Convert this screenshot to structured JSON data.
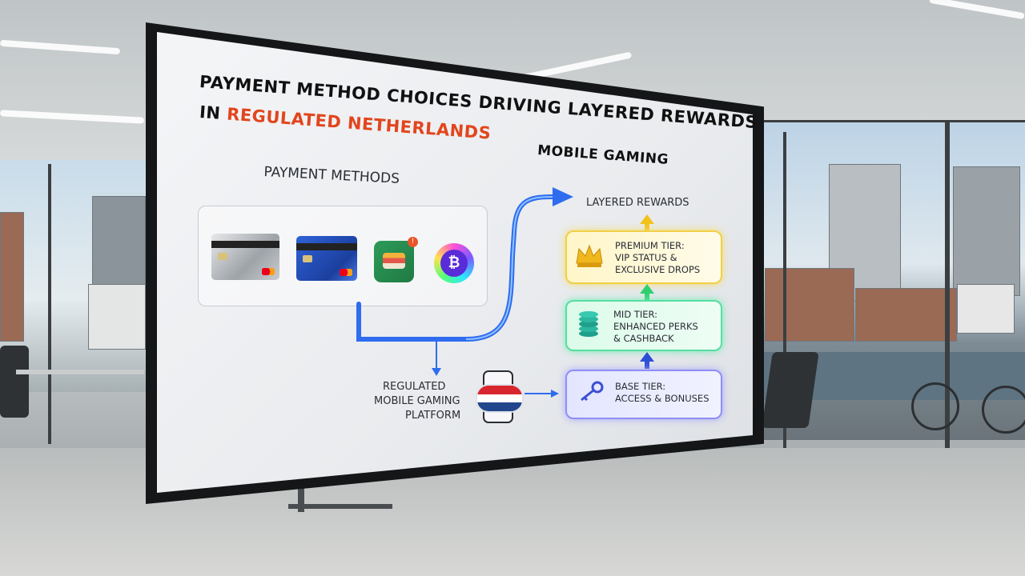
{
  "title": {
    "line1": "PAYMENT METHOD CHOICES DRIVING LAYERED REWARDS",
    "line2_prefix": "IN ",
    "line2_highlight": "REGULATED NETHERLANDS",
    "line3": "MOBILE GAMING"
  },
  "payment_methods": {
    "heading": "PAYMENT METHODS",
    "items": [
      "credit-card-icon",
      "debit-card-icon",
      "e-wallet-icon",
      "crypto-coin-icon"
    ],
    "crypto_symbol": "₿",
    "wallet_badge": "!"
  },
  "platform": {
    "line1": "REGULATED",
    "line2": "MOBILE GAMING",
    "line3": "PLATFORM"
  },
  "rewards": {
    "heading": "LAYERED REWARDS",
    "premium": {
      "line1": "PREMIUM TIER:",
      "line2": "VIP STATUS &",
      "line3": "EXCLUSIVE DROPS"
    },
    "mid": {
      "line1": "MID TIER:",
      "line2": "ENHANCED PERKS",
      "line3": "& CASHBACK"
    },
    "base": {
      "line1": "BASE TIER:",
      "line2": "ACCESS & BONUSES"
    }
  },
  "colors": {
    "highlight": "#e2451d",
    "premium": "#f1cf45",
    "mid": "#55dfa0",
    "base": "#8e8ef5",
    "arrow": "#2f6cf0"
  }
}
